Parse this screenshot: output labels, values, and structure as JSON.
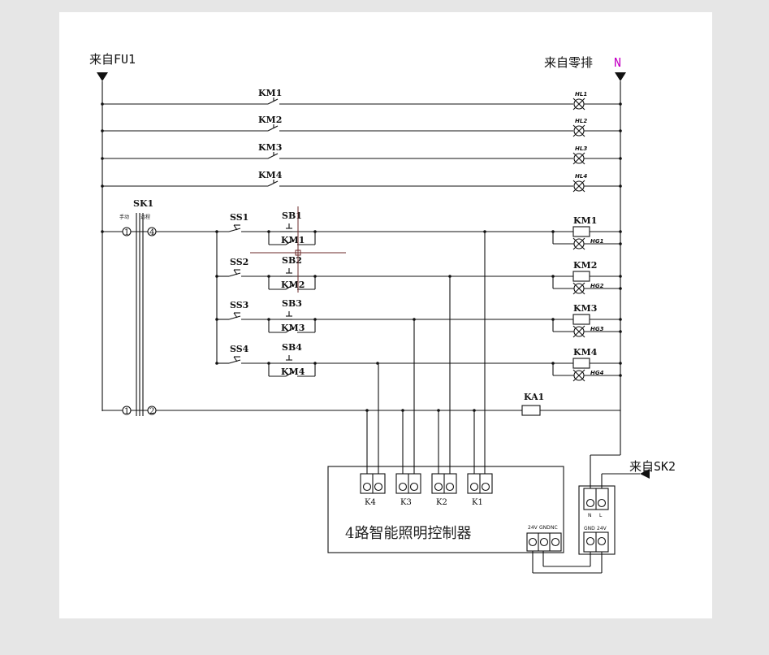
{
  "sources": {
    "fu1": "来自FU1",
    "neutral": "来自零排",
    "neutral_mark": "N",
    "sk2": "来自SK2"
  },
  "direct_rows": [
    {
      "contact": "KM1",
      "lamp": "HL1"
    },
    {
      "contact": "KM2",
      "lamp": "HL2"
    },
    {
      "contact": "KM3",
      "lamp": "HL3"
    },
    {
      "contact": "KM4",
      "lamp": "HL4"
    }
  ],
  "selector": {
    "name": "SK1",
    "mode_left": "手动",
    "mode_right": "远程",
    "terminals": [
      "1",
      "4",
      "1",
      "2"
    ]
  },
  "control_rows": [
    {
      "ss": "SS1",
      "sb": "SB1",
      "km": "KM1",
      "coil": "KM1",
      "lamp": "HG1"
    },
    {
      "ss": "SS2",
      "sb": "SB2",
      "km": "KM2",
      "coil": "KM2",
      "lamp": "HG2"
    },
    {
      "ss": "SS3",
      "sb": "SB3",
      "km": "KM3",
      "coil": "KM3",
      "lamp": "HG3"
    },
    {
      "ss": "SS4",
      "sb": "SB4",
      "km": "KM4",
      "coil": "KM4",
      "lamp": "HG4"
    }
  ],
  "relay": "KA1",
  "controller": {
    "title": "4路智能照明控制器",
    "channels": [
      "K4",
      "K3",
      "K2",
      "K1"
    ],
    "bus_terminals": [
      "24V",
      "GND",
      "NC"
    ]
  },
  "power_module": {
    "top_terminals": [
      "N",
      "L"
    ],
    "bottom_terminals": [
      "GND",
      "24V"
    ]
  }
}
